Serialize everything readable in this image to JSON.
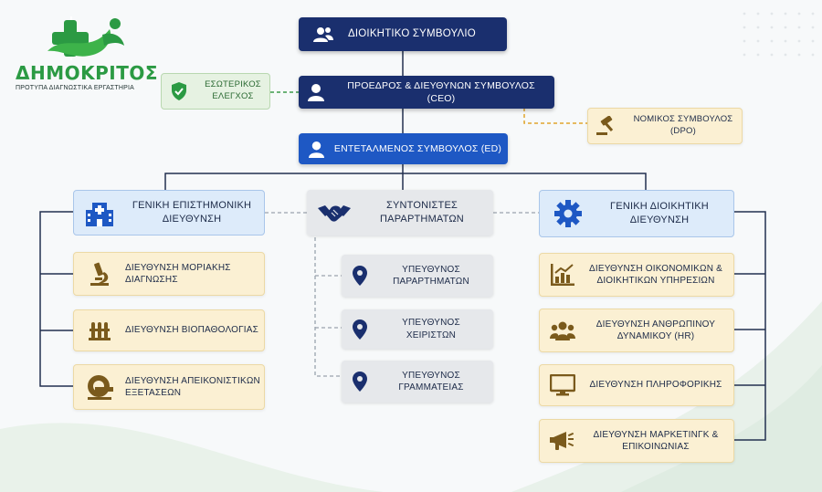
{
  "logo": {
    "name": "ΔΗΜΟΚΡΙΤΟΣ",
    "tagline": "ΠΡΟΤΥΠΑ ΔΙΑΓΝΩΣΤΙΚΑ ΕΡΓΑΣΤΗΡΙΑ"
  },
  "board": "ΔΙΟΙΚΗΤΙΚΟ ΣΥΜΒΟΥΛΙΟ",
  "ceo": "ΠΡΟΕΔΡΟΣ & ΔΙΕΥΘΥΝΩΝ ΣΥΜΒΟΥΛΟΣ (CEO)",
  "internal_audit": {
    "line1": "ΕΣΩΤΕΡΙΚΟΣ",
    "line2": "ΕΛΕΓΧΟΣ"
  },
  "legal": {
    "line1": "ΝΟΜΙΚΟΣ ΣΥΜΒΟΥΛΟΣ",
    "line2": "(DPO)"
  },
  "ed": "ΕΝΤΕΤΑΛΜΕΝΟΣ ΣΥΜΒΟΥΛΟΣ (ED)",
  "scientific": {
    "line1": "ΓΕΝΙΚΗ ΕΠΙΣΤΗΜΟΝΙΚΗ",
    "line2": "ΔΙΕΥΘΥΝΣΗ",
    "items": [
      {
        "line1": "ΔΙΕΥΘΥΝΣΗ ΜΟΡΙΑΚΗΣ",
        "line2": "ΔΙΑΓΝΩΣΗΣ",
        "icon": "microscope-icon"
      },
      {
        "line1": "ΔΙΕΥΘΥΝΣΗ ΒΙΟΠΑΘΟΛΟΓΙΑΣ",
        "line2": "",
        "icon": "test-tubes-icon"
      },
      {
        "line1": "ΔΙΕΥΘΥΝΣΗ ΑΠΕΙΚΟΝΙΣΤΙΚΩΝ",
        "line2": "ΕΞΕΤΑΣΕΩΝ",
        "icon": "mri-scanner-icon"
      }
    ]
  },
  "branches": {
    "line1": "ΣΥΝΤΟΝΙΣΤΕΣ",
    "line2": "ΠΑΡΑΡΤΗΜΑΤΩΝ",
    "items": [
      {
        "line1": "ΥΠΕΥΘΥΝΟΣ",
        "line2": "ΠΑΡΑΡΤΗΜΑΤΩΝ"
      },
      {
        "line1": "ΥΠΕΥΘΥΝΟΣ ΧΕΙΡΙΣΤΩΝ",
        "line2": ""
      },
      {
        "line1": "ΥΠΕΥΘΥΝΟΣ",
        "line2": "ΓΡΑΜΜΑΤΕΙΑΣ"
      }
    ]
  },
  "admin": {
    "line1": "ΓΕΝΙΚΗ ΔΙΟΙΚΗΤΙΚΗ",
    "line2": "ΔΙΕΥΘΥΝΣΗ",
    "items": [
      {
        "line1": "ΔΙΕΥΘΥΝΣΗ ΟΙΚΟΝΟΜΙΚΩΝ &",
        "line2": "ΔΙΟΙΚΗΤΙΚΩΝ ΥΠΗΡΕΣΙΩΝ",
        "icon": "finance-chart-icon"
      },
      {
        "line1": "ΔΙΕΥΘΥΝΣΗ ΑΝΘΡΩΠΙΝΟΥ",
        "line2": "ΔΥΝΑΜΙΚΟΥ (HR)",
        "icon": "people-icon"
      },
      {
        "line1": "ΔΙΕΥΘΥΝΣΗ ΠΛΗΡΟΦΟΡΙΚΗΣ",
        "line2": "",
        "icon": "monitor-icon"
      },
      {
        "line1": "ΔΙΕΥΘΥΝΣΗ ΜΑΡΚΕΤΙΝΓΚ &",
        "line2": "ΕΠΙΚΟΙΝΩΝΙΑΣ",
        "icon": "megaphone-icon"
      }
    ]
  },
  "colors": {
    "navy": "#1a2f6e",
    "blue": "#1e58c4",
    "green": "#2b9a43",
    "gold": "#9a6a1a"
  }
}
